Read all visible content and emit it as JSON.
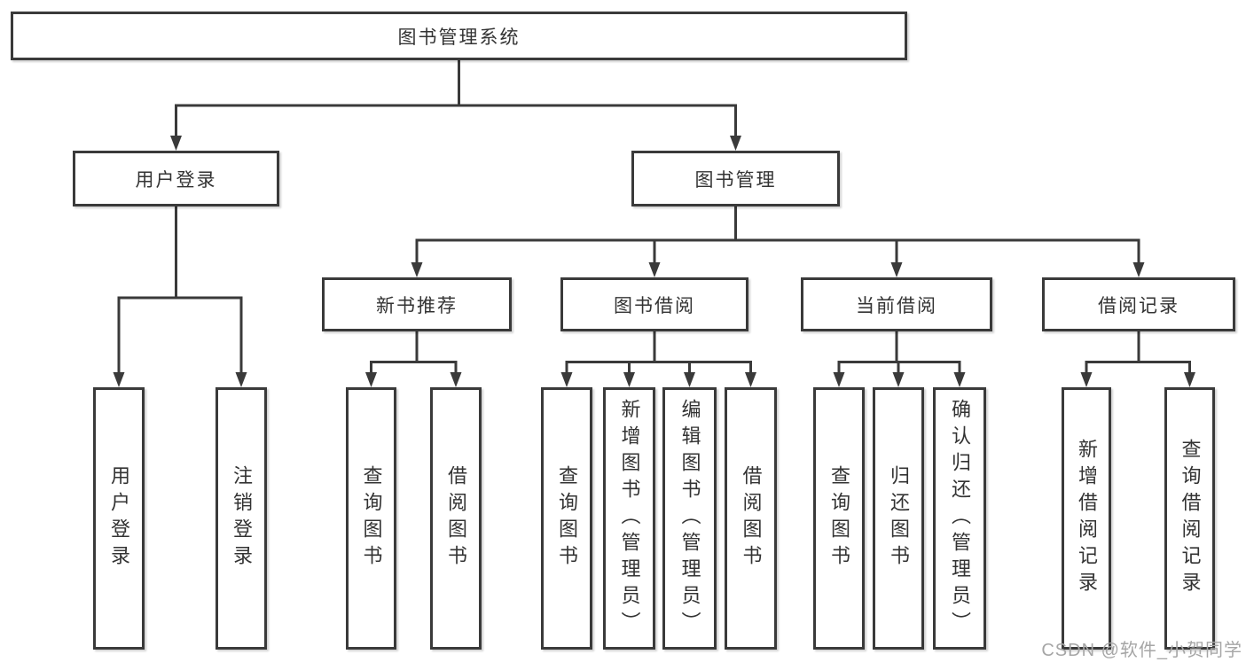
{
  "title": "图书管理系统",
  "level1": [
    "用户登录",
    "图书管理"
  ],
  "level2": [
    "新书推荐",
    "图书借阅",
    "当前借阅",
    "借阅记录"
  ],
  "leaves": [
    "用户登录",
    "注销登录",
    "查询图书",
    "借阅图书",
    "查询图书",
    "新增图书（管理员）",
    "编辑图书（管理员）",
    "借阅图书",
    "查询图书",
    "归还图书",
    "确认归还（管理员）",
    "新增借阅记录",
    "查询借阅记录"
  ],
  "watermark": "CSDN @软件_小贺同学",
  "colors": {
    "line": "#3a3a3a",
    "text": "#333333",
    "box_fill": "#ffffff",
    "background": "#ffffff",
    "watermark": "#a6a6a6"
  }
}
